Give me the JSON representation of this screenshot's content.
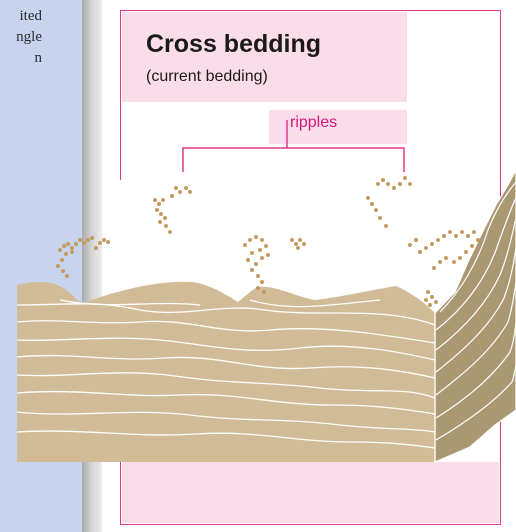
{
  "left_text": {
    "line1": "ited",
    "line2": "ngle",
    "line3": "n"
  },
  "figure": {
    "title": "Cross bedding",
    "subtitle": "(current bedding)",
    "label_ripples": "ripples"
  },
  "colors": {
    "sand": "#d2bc98",
    "sand_side": "#aa9872",
    "grain": "#b8935a",
    "magenta": "#e0388a",
    "pink_fill": "#fbdde9",
    "panel_blue": "#c8d4ee"
  }
}
